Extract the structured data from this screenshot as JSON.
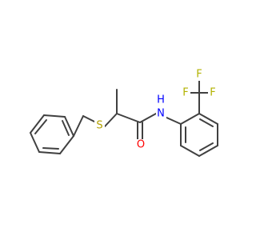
{
  "molecule": {
    "atoms": {
      "sulfur": "S",
      "oxygen": "O",
      "amide_nitrogen": "N",
      "amide_hydrogen": "H",
      "fluorine_1": "F",
      "fluorine_2": "F",
      "fluorine_3": "F"
    },
    "colors": {
      "bond": "#404040",
      "sulfur": "#b2a100",
      "oxygen": "#ff0000",
      "nitrogen": "#0000ff",
      "hydrogen": "#0000ff",
      "fluorine": "#b2b200"
    }
  }
}
